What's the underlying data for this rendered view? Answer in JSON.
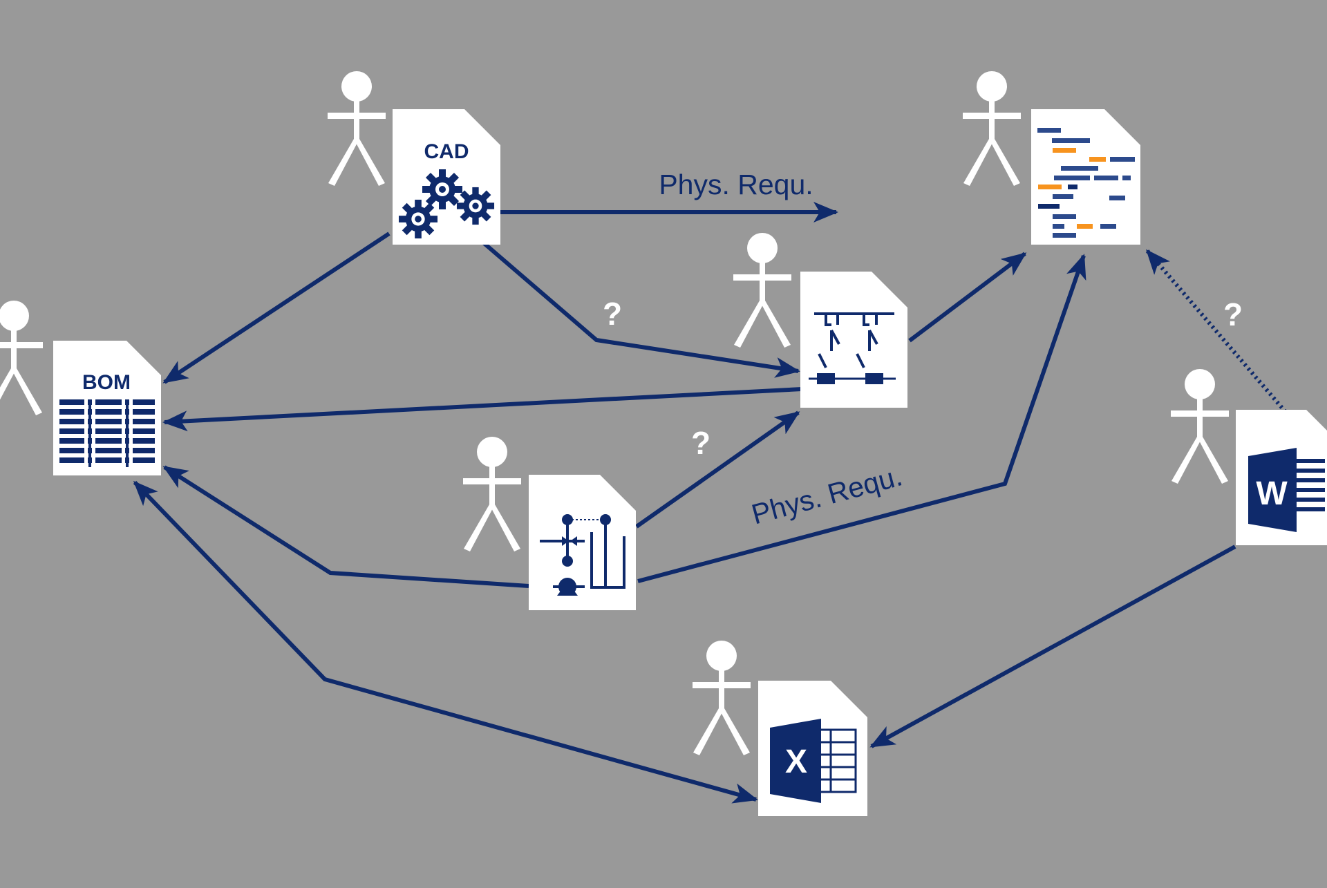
{
  "diagram": {
    "background_color": "#999999",
    "accent_color": "#0f2a6b",
    "highlight_color": "#f7931e",
    "documents": [
      {
        "id": "cad",
        "label": "CAD",
        "icon": "gears-icon"
      },
      {
        "id": "bom",
        "label": "BOM",
        "icon": "table-icon"
      },
      {
        "id": "schedule",
        "label": "",
        "icon": "gantt-icon"
      },
      {
        "id": "electrical",
        "label": "",
        "icon": "circuit-schematic-icon"
      },
      {
        "id": "pid",
        "label": "",
        "icon": "pid-schematic-icon"
      },
      {
        "id": "word",
        "label": "W",
        "icon": "word-icon"
      },
      {
        "id": "excel",
        "label": "X",
        "icon": "excel-icon"
      }
    ],
    "edge_labels": {
      "phys_requ_top": "Phys. Requ.",
      "phys_requ_bottom": "Phys. Requ.",
      "question_mark": "?"
    },
    "edges": [
      {
        "from": "cad",
        "to": "schedule",
        "label": "Phys. Requ."
      },
      {
        "from": "cad",
        "to": "bom"
      },
      {
        "from": "cad",
        "to": "electrical",
        "label": "?"
      },
      {
        "from": "electrical",
        "to": "schedule"
      },
      {
        "from": "electrical",
        "to": "bom"
      },
      {
        "from": "pid",
        "to": "electrical",
        "label": "?"
      },
      {
        "from": "pid",
        "to": "bom"
      },
      {
        "from": "pid",
        "to": "schedule",
        "label": "Phys. Requ."
      },
      {
        "from": "word",
        "to": "schedule",
        "label": "?",
        "style": "dotted"
      },
      {
        "from": "word",
        "to": "excel"
      },
      {
        "from": "bom",
        "to": "excel",
        "bidirectional": true
      }
    ]
  }
}
